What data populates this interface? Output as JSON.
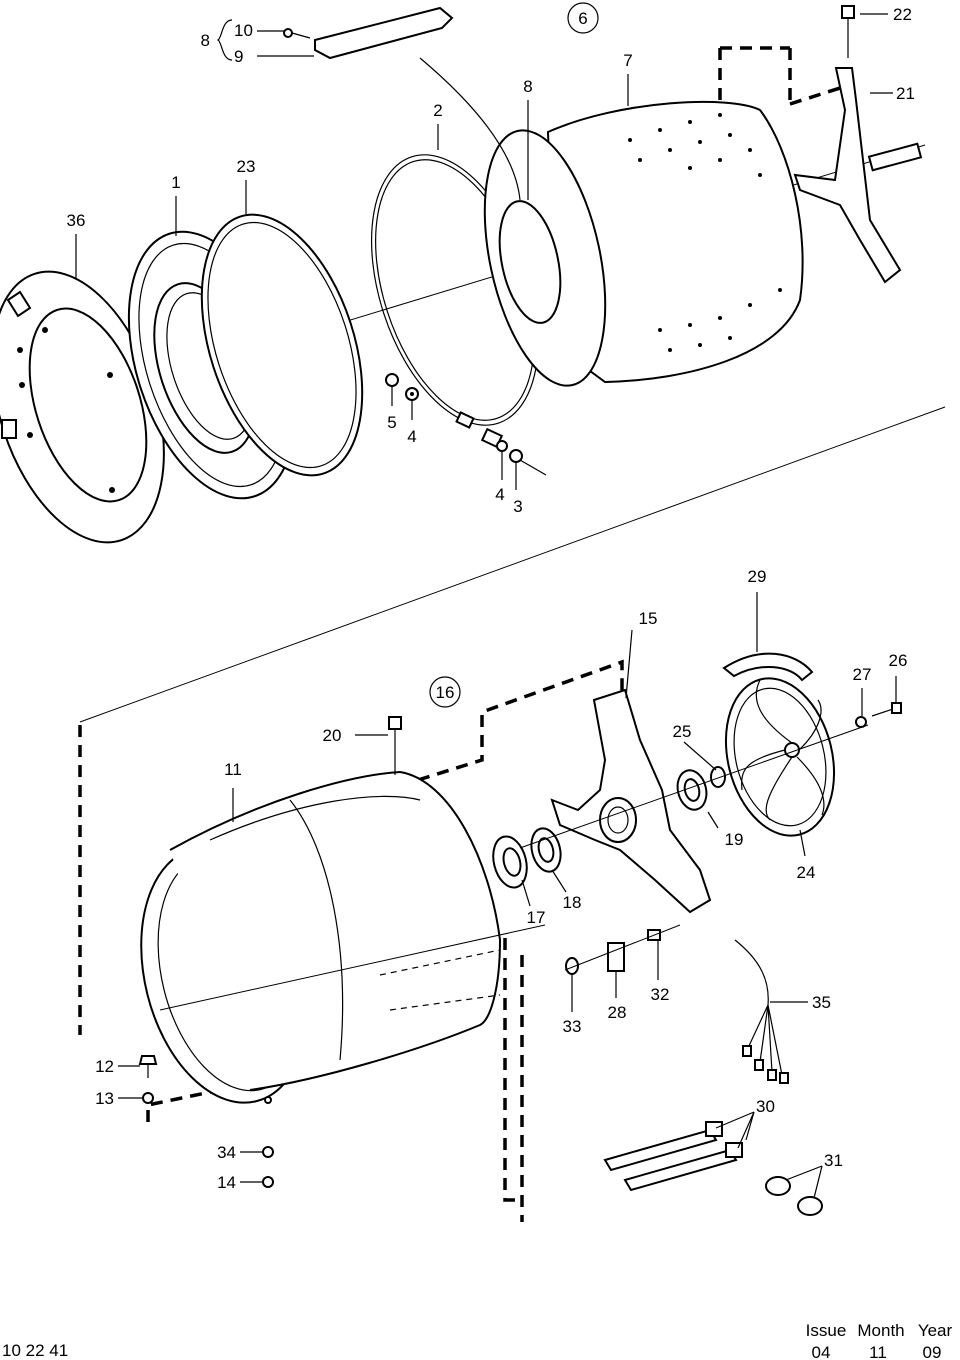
{
  "parts": {
    "p1": "1",
    "p2": "2",
    "p3": "3",
    "p4a": "4",
    "p4b": "4",
    "p5": "5",
    "p6": "6",
    "p7": "7",
    "p8a": "8",
    "p8b": "8",
    "p9": "9",
    "p10": "10",
    "p11": "11",
    "p12": "12",
    "p13": "13",
    "p14": "14",
    "p15": "15",
    "p16": "16",
    "p17": "17",
    "p18": "18",
    "p19": "19",
    "p20": "20",
    "p21": "21",
    "p22": "22",
    "p23": "23",
    "p24": "24",
    "p25": "25",
    "p26": "26",
    "p27": "27",
    "p28": "28",
    "p29": "29",
    "p30": "30",
    "p31": "31",
    "p32": "32",
    "p33": "33",
    "p34": "34",
    "p35": "35",
    "p36": "36"
  },
  "footer": {
    "doc_number": "10 22 41",
    "header_issue": "Issue",
    "header_month": "Month",
    "header_year": "Year",
    "issue": "04",
    "month": "11",
    "year": "09"
  }
}
